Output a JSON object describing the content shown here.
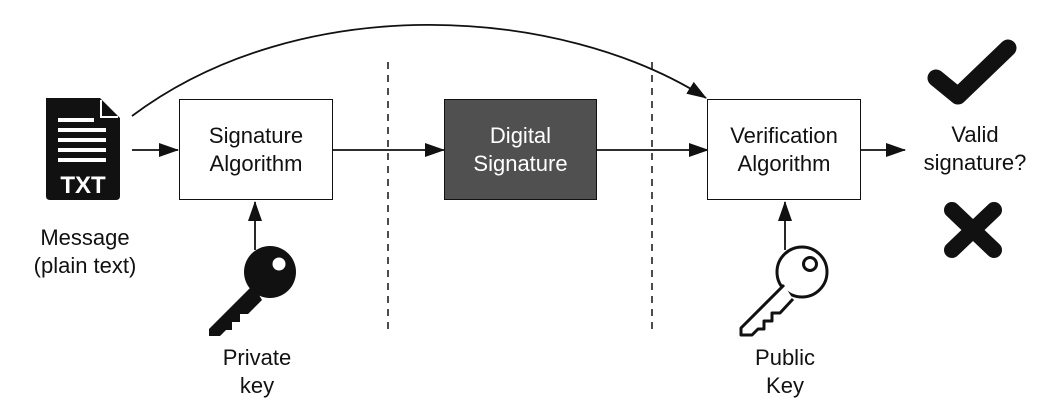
{
  "nodes": {
    "file_badge": "TXT",
    "message": "Message\n(plain text)",
    "signature_algorithm": "Signature\nAlgorithm",
    "digital_signature": "Digital\nSignature",
    "verification_algorithm": "Verification\nAlgorithm",
    "valid_signature": "Valid\nsignature?",
    "private_key": "Private\nkey",
    "public_key": "Public\nKey"
  },
  "colors": {
    "ink": "#111111",
    "signature_fill": "#505050",
    "signature_text": "#ffffff",
    "background": "#ffffff"
  },
  "icons": {
    "message": "text-file-icon",
    "private_key": "key-filled-icon",
    "public_key": "key-outline-icon",
    "valid": "checkmark-icon",
    "invalid": "cross-icon"
  }
}
